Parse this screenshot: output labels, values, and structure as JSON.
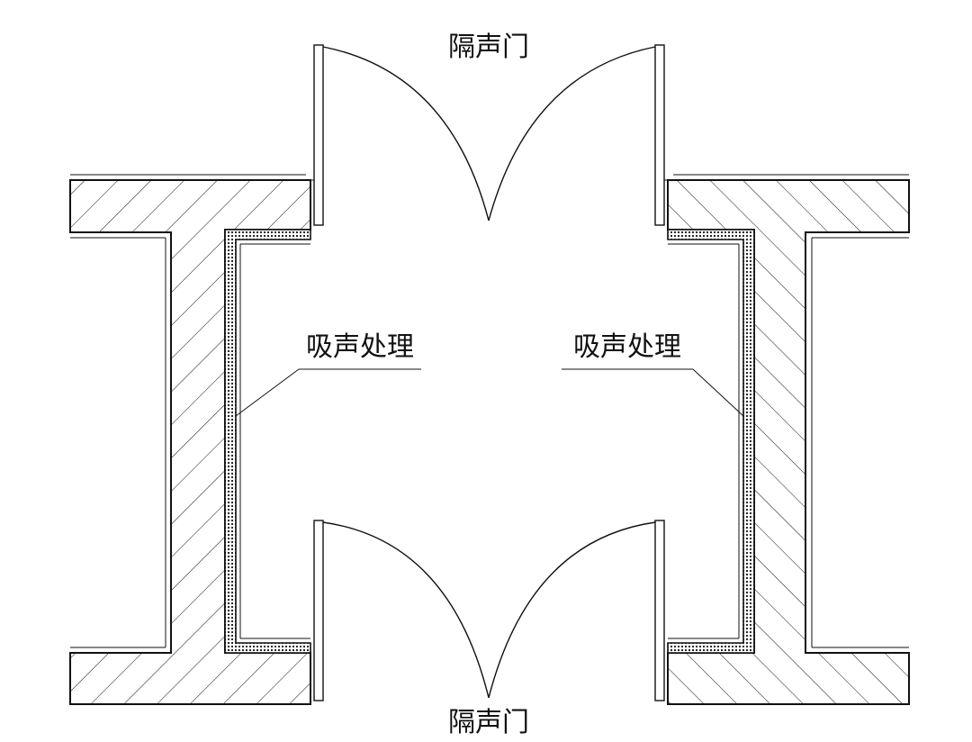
{
  "labels": {
    "door_top": "隔声门",
    "door_bottom": "隔声门",
    "absorb_left": "吸声处理",
    "absorb_right": "吸声处理"
  }
}
